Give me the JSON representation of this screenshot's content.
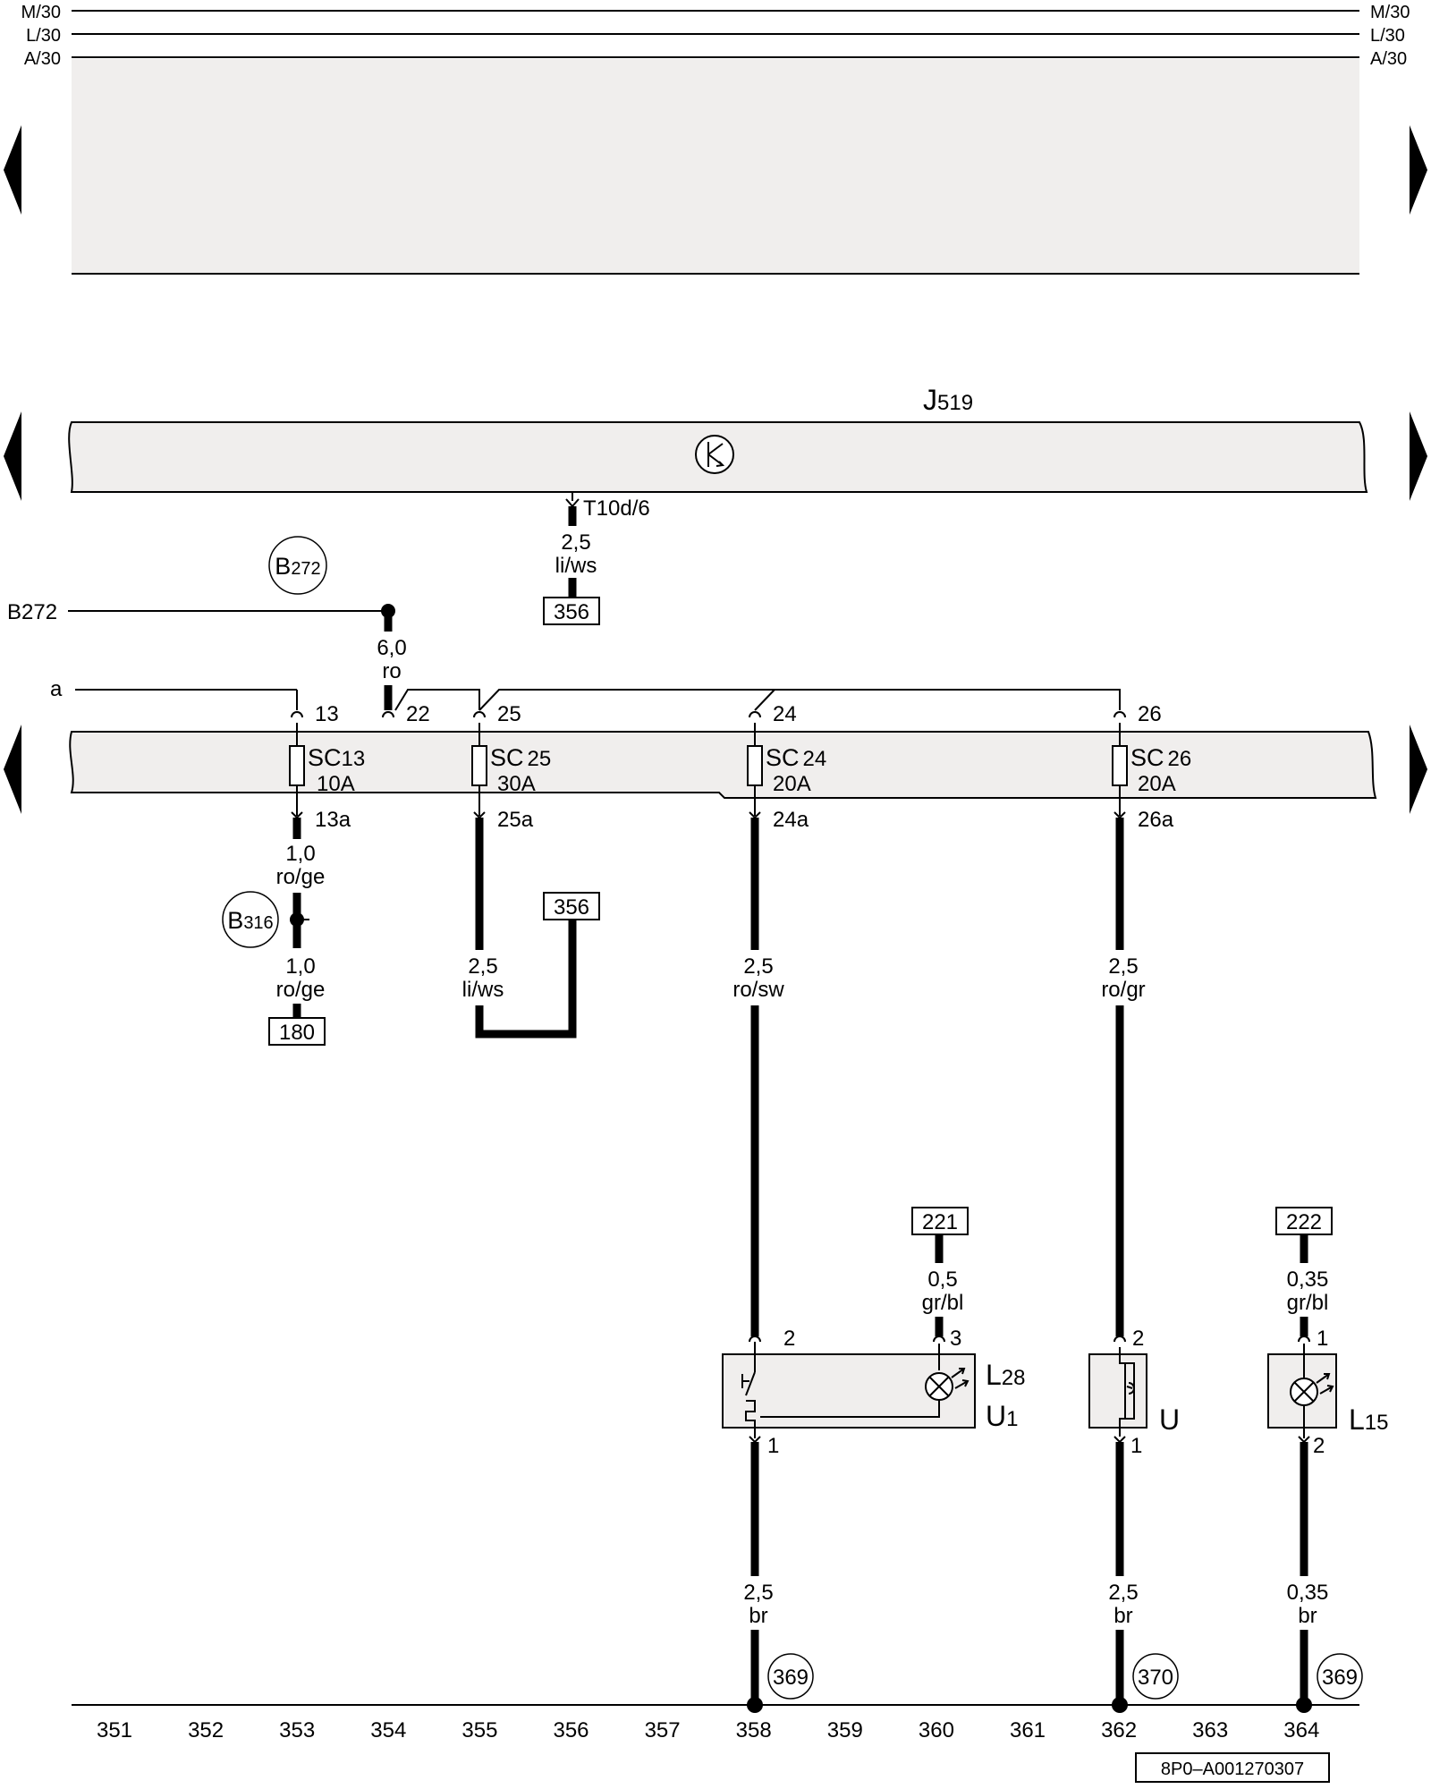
{
  "rails": {
    "top": [
      {
        "left": "M/30",
        "right": "M/30"
      },
      {
        "left": "L/30",
        "right": "L/30"
      },
      {
        "left": "A/30",
        "right": "A/30"
      }
    ]
  },
  "control_unit": {
    "id": "J",
    "sub": "519",
    "connector": "T10d/6",
    "wire_size": "2,5",
    "wire_color": "li/ws",
    "ref": "356"
  },
  "b272": {
    "label": "B272",
    "circle_main": "B",
    "circle_sub": "272",
    "wire_size": "6,0",
    "wire_color": "ro"
  },
  "input_a": "a",
  "fuse_terminals": {
    "t13": "13",
    "t22": "22",
    "t25": "25",
    "t24": "24",
    "t26": "26"
  },
  "fuses": [
    {
      "name": "SC",
      "num": "13",
      "rating": "10A",
      "out": "13a"
    },
    {
      "name": "SC",
      "num": "25",
      "rating": "30A",
      "out": "25a"
    },
    {
      "name": "SC",
      "num": "24",
      "rating": "20A",
      "out": "24a"
    },
    {
      "name": "SC",
      "num": "26",
      "rating": "20A",
      "out": "26a"
    }
  ],
  "branch_13": {
    "size1": "1,0",
    "color1": "ro/ge",
    "connector_main": "B",
    "connector_sub": "316",
    "size2": "1,0",
    "color2": "ro/ge",
    "ref": "180"
  },
  "branch_25": {
    "size": "2,5",
    "color": "li/ws",
    "ref": "356"
  },
  "branch_24": {
    "size": "2,5",
    "color": "ro/sw"
  },
  "branch_26": {
    "size": "2,5",
    "color": "ro/gr"
  },
  "component_l28": {
    "ref": "221",
    "size": "0,5",
    "color": "gr/bl",
    "pin_in": "2",
    "pin_lamp": "3",
    "pin_out": "1",
    "label_l": "L",
    "label_l_sub": "28",
    "label_u": "U",
    "label_u_sub": "1"
  },
  "component_u": {
    "pin_in": "2",
    "pin_out": "1",
    "label": "U"
  },
  "component_l15": {
    "ref": "222",
    "size": "0,35",
    "color": "gr/bl",
    "pin_in": "1",
    "pin_out": "2",
    "label": "L",
    "label_sub": "15"
  },
  "ground_wires": [
    {
      "size": "2,5",
      "color": "br",
      "ground": "369"
    },
    {
      "size": "2,5",
      "color": "br",
      "ground": "370"
    },
    {
      "size": "0,35",
      "color": "br",
      "ground": "369"
    }
  ],
  "track_numbers": [
    "351",
    "352",
    "353",
    "354",
    "355",
    "356",
    "357",
    "358",
    "359",
    "360",
    "361",
    "362",
    "363",
    "364"
  ],
  "diagram_code": "8P0–A001270307"
}
